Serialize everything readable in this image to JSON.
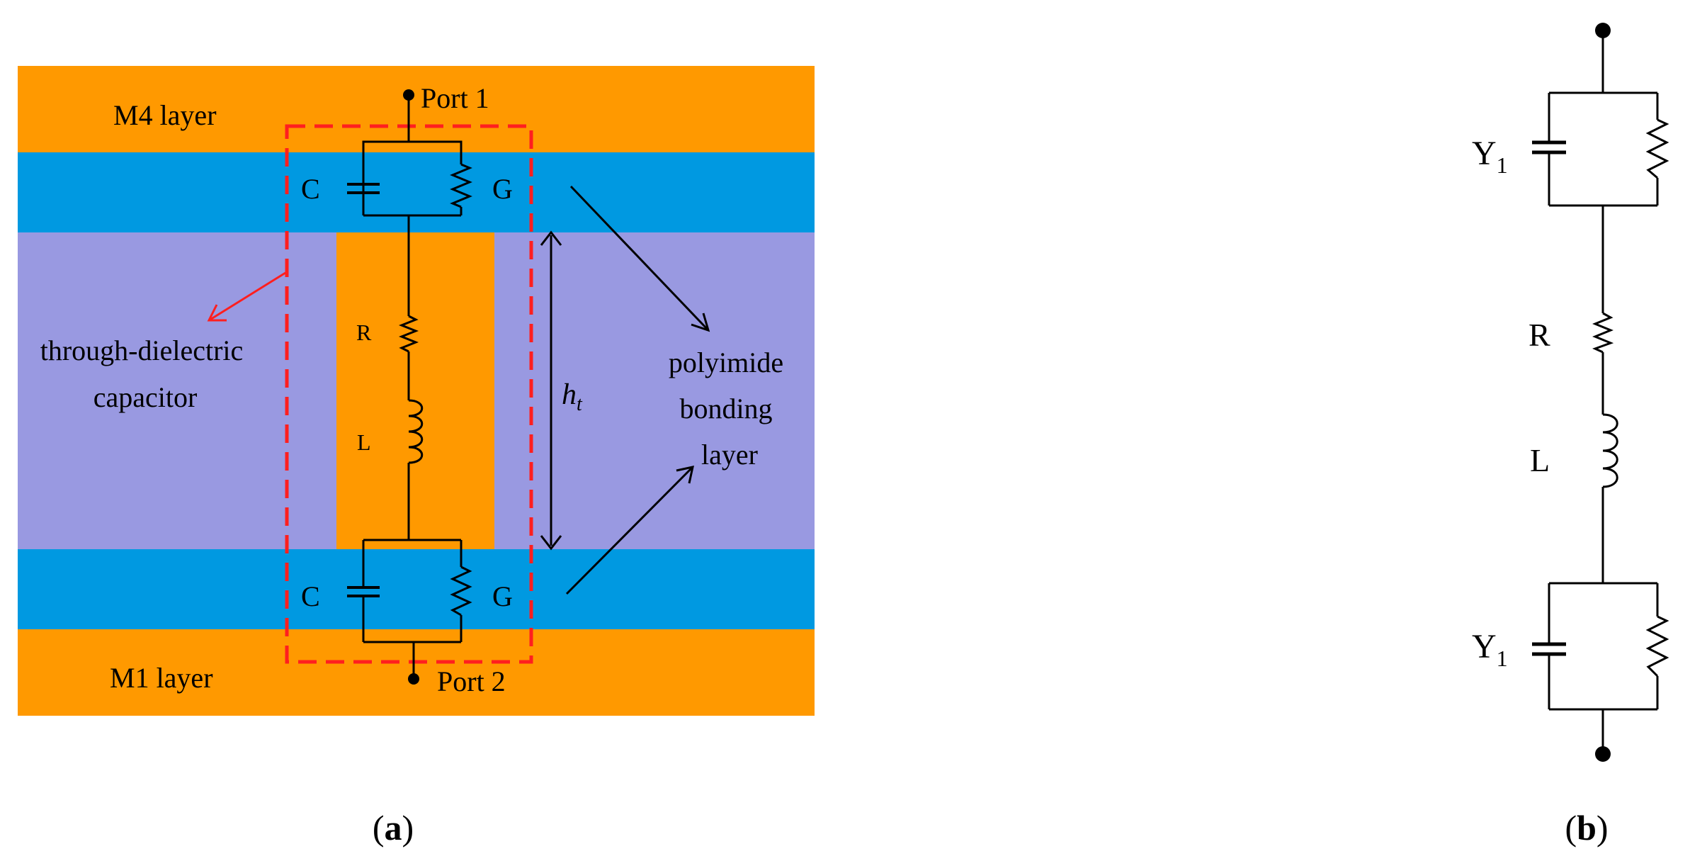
{
  "panel_a": {
    "layers": {
      "top_metal": "M4 layer",
      "bottom_metal": "M1 layer"
    },
    "ports": {
      "port1": "Port 1",
      "port2": "Port 2"
    },
    "components": {
      "cap_top": "C",
      "cond_top": "G",
      "resistor": "R",
      "inductor": "L",
      "cap_bottom": "C",
      "cond_bottom": "G"
    },
    "height": {
      "symbol": "h",
      "subscript": "t"
    },
    "annotations": {
      "tdc_line1": "through-dielectric",
      "tdc_line2": "capacitor",
      "pi_line1": "polyimide",
      "pi_line2": "bonding",
      "pi_line3": "layer"
    },
    "caption": {
      "open": "(",
      "letter": "a",
      "close": ")"
    }
  },
  "panel_b": {
    "components": {
      "y_top": {
        "symbol": "Y",
        "subscript": "1"
      },
      "resistor": "R",
      "inductor": "L",
      "y_bottom": {
        "symbol": "Y",
        "subscript": "1"
      }
    },
    "caption": {
      "open": "(",
      "letter": "b",
      "close": ")"
    }
  },
  "colors": {
    "metal": "#FF9900",
    "bonding_layer": "#0099E1",
    "polyimide": "#9999E1",
    "tdc_boundary": "#FF1F1F",
    "wire": "#000000"
  }
}
